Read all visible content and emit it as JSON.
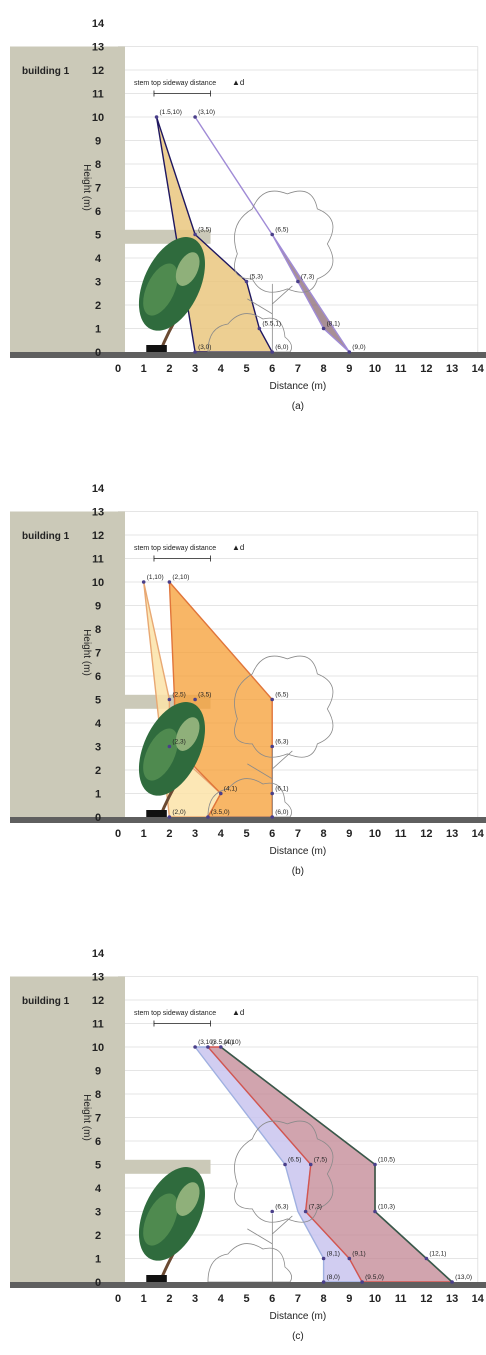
{
  "chart_data": [
    {
      "type": "area",
      "panel_label": "(a)",
      "xlabel": "Distance (m)",
      "ylabel": "Height (m)",
      "xlim": [
        0,
        14
      ],
      "ylim": [
        0,
        14
      ],
      "x_ticks": [
        "0",
        "1",
        "2",
        "3",
        "4",
        "5",
        "6",
        "7",
        "8",
        "9",
        "10",
        "11",
        "12",
        "13",
        "14"
      ],
      "y_ticks": [
        "0",
        "1",
        "2",
        "3",
        "4",
        "5",
        "6",
        "7",
        "8",
        "9",
        "10",
        "11",
        "12",
        "13",
        "14"
      ],
      "building_label": "building 1",
      "stem_label": "stem top sideway distance",
      "delta_label": "▲d",
      "colors": {
        "fill_1": "#eac77f",
        "fill_2": "#8f6f78",
        "line_1": "#1f1760",
        "line_2": "#a08bd6"
      },
      "series": [
        {
          "color_key": "1",
          "points": [
            [
              1.5,
              10
            ],
            [
              3,
              5
            ],
            [
              5,
              3
            ],
            [
              5.5,
              1
            ],
            [
              6,
              0
            ],
            [
              3,
              0
            ]
          ]
        },
        {
          "color_key": "2",
          "points": [
            [
              3,
              10
            ],
            [
              6,
              5
            ],
            [
              7,
              3
            ],
            [
              8,
              1
            ],
            [
              9,
              0
            ]
          ]
        }
      ],
      "point_labels": [
        {
          "x": 1.5,
          "y": 10,
          "text": "(1.5,10)"
        },
        {
          "x": 3,
          "y": 10,
          "text": "(3,10)"
        },
        {
          "x": 3,
          "y": 5,
          "text": "(3,5)"
        },
        {
          "x": 5,
          "y": 3,
          "text": "(5,3)"
        },
        {
          "x": 5.5,
          "y": 1,
          "text": "(5.5,1)"
        },
        {
          "x": 6,
          "y": 0,
          "text": "(6,0)"
        },
        {
          "x": 3,
          "y": 0,
          "text": "(3,0)"
        },
        {
          "x": 6,
          "y": 5,
          "text": "(6,5)"
        },
        {
          "x": 7,
          "y": 3,
          "text": "(7,3)"
        },
        {
          "x": 8,
          "y": 1,
          "text": "(8,1)"
        },
        {
          "x": 9,
          "y": 0,
          "text": "(9,0)"
        }
      ]
    },
    {
      "type": "area",
      "panel_label": "(b)",
      "xlabel": "Distance (m)",
      "ylabel": "Height (m)",
      "xlim": [
        0,
        14
      ],
      "ylim": [
        0,
        14
      ],
      "x_ticks": [
        "0",
        "1",
        "2",
        "3",
        "4",
        "5",
        "6",
        "7",
        "8",
        "9",
        "10",
        "11",
        "12",
        "13",
        "14"
      ],
      "y_ticks": [
        "0",
        "1",
        "2",
        "3",
        "4",
        "5",
        "6",
        "7",
        "8",
        "9",
        "10",
        "11",
        "12",
        "13",
        "14"
      ],
      "building_label": "building 1",
      "stem_label": "stem top sideway distance",
      "delta_label": "▲d",
      "colors": {
        "fill_1": "#fbe3a8",
        "fill_2": "#f6a23b",
        "line_1": "#e8a873",
        "line_2": "#e0753a"
      },
      "series": [
        {
          "color_key": "1",
          "points": [
            [
              1,
              10
            ],
            [
              2,
              5
            ],
            [
              2,
              3
            ],
            [
              4,
              1
            ],
            [
              3.5,
              0
            ],
            [
              2,
              0
            ]
          ]
        },
        {
          "color_key": "2",
          "points": [
            [
              2,
              10
            ],
            [
              6,
              5
            ],
            [
              6,
              3
            ],
            [
              6,
              1
            ],
            [
              6,
              0
            ],
            [
              3.5,
              0
            ],
            [
              4,
              1
            ],
            [
              2.2,
              3
            ],
            [
              2.2,
              5
            ]
          ]
        }
      ],
      "point_labels": [
        {
          "x": 1,
          "y": 10,
          "text": "(1,10)"
        },
        {
          "x": 2,
          "y": 10,
          "text": "(2,10)"
        },
        {
          "x": 2,
          "y": 5,
          "text": "(2,5)"
        },
        {
          "x": 3,
          "y": 5,
          "text": "(3,5)"
        },
        {
          "x": 2,
          "y": 3,
          "text": "(2,3)"
        },
        {
          "x": 4,
          "y": 1,
          "text": "(4,1)"
        },
        {
          "x": 2,
          "y": 0,
          "text": "(2,0)"
        },
        {
          "x": 3.5,
          "y": 0,
          "text": "(3.5,0)"
        },
        {
          "x": 6,
          "y": 5,
          "text": "(6,5)"
        },
        {
          "x": 6,
          "y": 3,
          "text": "(6,3)"
        },
        {
          "x": 6,
          "y": 1,
          "text": "(6,1)"
        },
        {
          "x": 6,
          "y": 0,
          "text": "(6,0)"
        }
      ]
    },
    {
      "type": "area",
      "panel_label": "(c)",
      "xlabel": "Distance (m)",
      "ylabel": "Height (m)",
      "xlim": [
        0,
        14
      ],
      "ylim": [
        0,
        14
      ],
      "x_ticks": [
        "0",
        "1",
        "2",
        "3",
        "4",
        "5",
        "6",
        "7",
        "8",
        "9",
        "10",
        "11",
        "12",
        "13",
        "14"
      ],
      "y_ticks": [
        "0",
        "1",
        "2",
        "3",
        "4",
        "5",
        "6",
        "7",
        "8",
        "9",
        "10",
        "11",
        "12",
        "13",
        "14"
      ],
      "building_label": "building 1",
      "stem_label": "stem top sideway distance",
      "delta_label": "▲d",
      "colors": {
        "fill_1": "#c9c4ee",
        "fill_2": "#c48a97",
        "line_1": "#9fb0e0",
        "line_2": "#d4554f",
        "line_3": "#375a4c"
      },
      "series": [
        {
          "color_key": "1",
          "points": [
            [
              3,
              10
            ],
            [
              6.5,
              5
            ],
            [
              7,
              3
            ],
            [
              8,
              1
            ],
            [
              8,
              0
            ],
            [
              9.5,
              0
            ],
            [
              9,
              1
            ],
            [
              7.3,
              3
            ],
            [
              7.5,
              5
            ],
            [
              3.5,
              10
            ]
          ]
        },
        {
          "color_key": "2",
          "points": [
            [
              3.5,
              10
            ],
            [
              4,
              10
            ],
            [
              10,
              5
            ],
            [
              10,
              3
            ],
            [
              12,
              1
            ],
            [
              13,
              0
            ],
            [
              9.5,
              0
            ],
            [
              9,
              1
            ],
            [
              7.3,
              3
            ],
            [
              7.5,
              5
            ]
          ]
        }
      ],
      "point_labels": [
        {
          "x": 3,
          "y": 10,
          "text": "(3,10)"
        },
        {
          "x": 3.5,
          "y": 10,
          "text": "(3.5,10)"
        },
        {
          "x": 4,
          "y": 10,
          "text": "(4,10)"
        },
        {
          "x": 6.5,
          "y": 5,
          "text": "(6.5)"
        },
        {
          "x": 7.5,
          "y": 5,
          "text": "(7,5)"
        },
        {
          "x": 6,
          "y": 3,
          "text": "(6,3)"
        },
        {
          "x": 7.3,
          "y": 3,
          "text": "(7,3)"
        },
        {
          "x": 8,
          "y": 1,
          "text": "(8,1)"
        },
        {
          "x": 9,
          "y": 1,
          "text": "(9,1)"
        },
        {
          "x": 8,
          "y": 0,
          "text": "(8,0)"
        },
        {
          "x": 9.5,
          "y": 0,
          "text": "(9.5,0)"
        },
        {
          "x": 10,
          "y": 5,
          "text": "(10,5)"
        },
        {
          "x": 10,
          "y": 3,
          "text": "(10,3)"
        },
        {
          "x": 12,
          "y": 1,
          "text": "(12,1)"
        },
        {
          "x": 13,
          "y": 0,
          "text": "(13,0)"
        }
      ]
    }
  ]
}
